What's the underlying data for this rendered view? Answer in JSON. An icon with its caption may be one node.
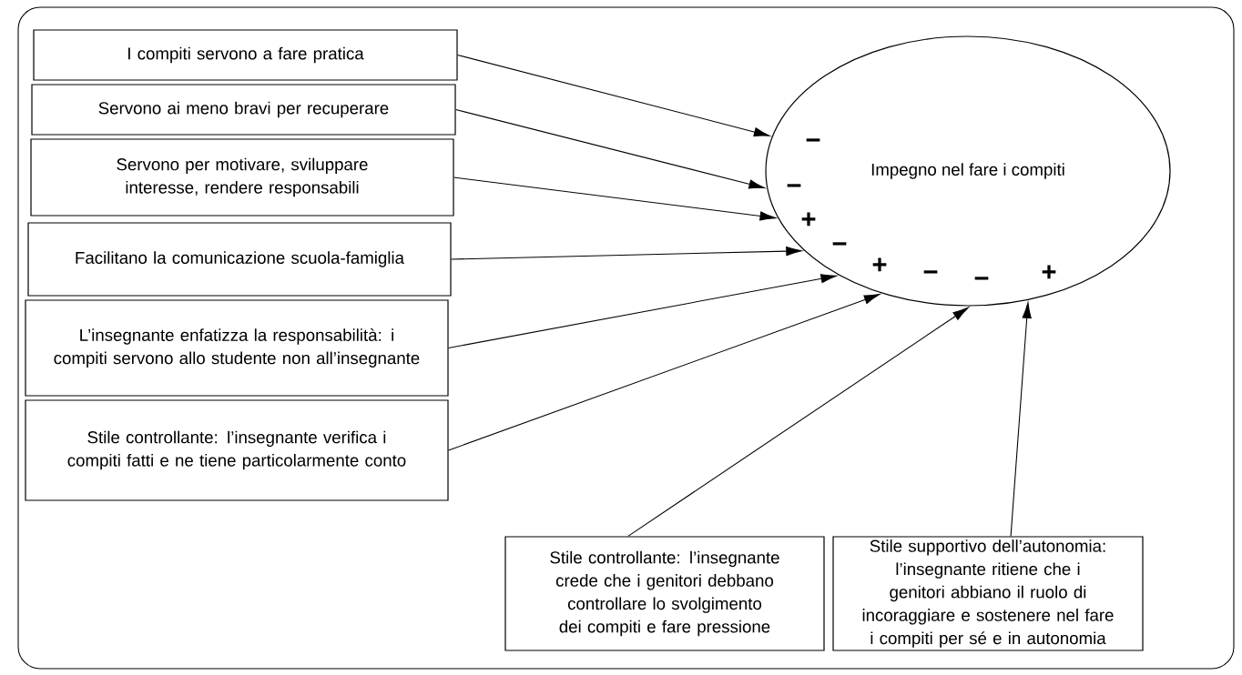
{
  "diagram": {
    "nodes": [
      {
        "text": [
          "I compiti servono a fare pratica"
        ]
      },
      {
        "text": [
          "Servono ai meno bravi per recuperare"
        ]
      },
      {
        "text": [
          "Servono per motivare, sviluppare interesse, rendere responsabili"
        ]
      },
      {
        "text": [
          "Facilitano la comunicazione scuola-famiglia"
        ]
      },
      {
        "text": [
          "L’insegnante enfatizza la responsabilità: i compiti servono allo studente non all’insegnante"
        ]
      },
      {
        "text": [
          "Stile controllante: l’insegnante verifica i compiti fatti e ne tiene particolarmente conto"
        ]
      },
      {
        "text": [
          "Impegno nel fare i compiti"
        ]
      },
      {
        "text": [
          "Stile controllante: l’insegnante crede che i genitori debbano controllare lo svolgimento dei compiti e fare pressione"
        ]
      },
      {
        "text": [
          "Stile supportivo dell’autonomia: l’insegnante ritiene che i genitori abbiano il ruolo di incoraggiare e sostenere nel fare i compiti per sé e in autonomia"
        ]
      }
    ],
    "edges": [
      {
        "from": 0,
        "to": 6,
        "arrow": "to",
        "label": "−"
      },
      {
        "from": 1,
        "to": 6,
        "arrow": "to",
        "label": "−"
      },
      {
        "from": 2,
        "to": 6,
        "arrow": "to",
        "label": "+"
      },
      {
        "from": 3,
        "to": 6,
        "arrow": "to",
        "label": "−"
      },
      {
        "from": 4,
        "to": 6,
        "arrow": "to",
        "label": "+"
      },
      {
        "from": 5,
        "to": 6,
        "arrow": "to",
        "label": "−"
      },
      {
        "from": 7,
        "to": 6,
        "arrow": "to",
        "label": "−"
      },
      {
        "from": 8,
        "to": 6,
        "arrow": "to",
        "label": "+"
      }
    ]
  }
}
